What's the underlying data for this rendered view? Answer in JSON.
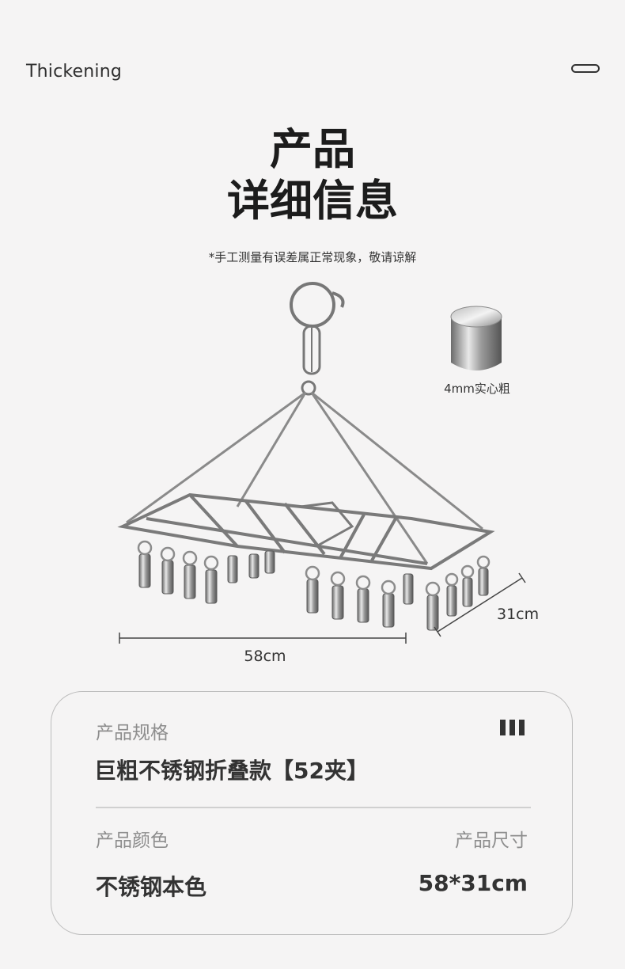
{
  "header": {
    "eyebrow": "Thickening",
    "title_line1": "产品",
    "title_line2": "详细信息",
    "note": "*手工测量有误差属正常现象，敬请谅解"
  },
  "illustration": {
    "wire_label": "4mm实心粗",
    "width_label": "58cm",
    "depth_label": "31cm"
  },
  "spec_card": {
    "spec_label": "产品规格",
    "spec_value": "巨粗不锈钢折叠款【52夹】",
    "color_label": "产品颜色",
    "color_value": "不锈钢本色",
    "size_label": "产品尺寸",
    "size_value": "58*31cm"
  }
}
